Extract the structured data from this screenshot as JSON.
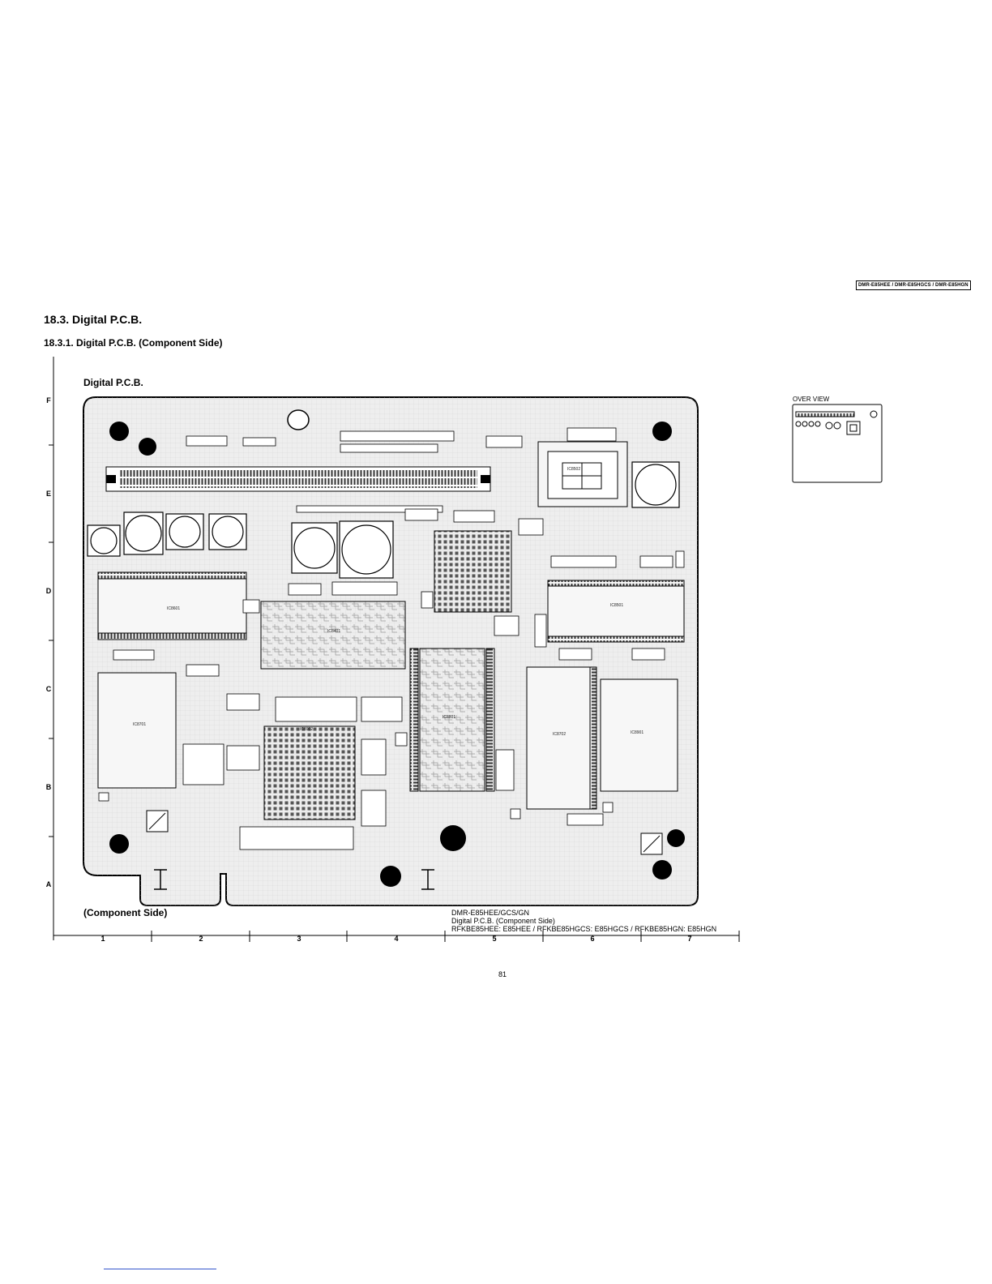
{
  "header": {
    "model_tag": "DMR-E85HEE / DMR-E85HGCS / DMR-E85HGN",
    "section_title": "18.3.  Digital P.C.B.",
    "subsection_title": "18.3.1.  Digital P.C.B. (Component Side)"
  },
  "diagram": {
    "board_title": "Digital P.C.B.",
    "board_caption": "(Component Side)",
    "info_lines": [
      "DMR-E85HEE/GCS/GN",
      "Digital P.C.B. (Component Side)",
      "RFKBE85HEE: E85HEE / RFKBE85HGCS: E85HGCS / RFKBE85HGN: E85HGN"
    ],
    "row_labels": [
      "F",
      "E",
      "D",
      "C",
      "B",
      "A"
    ],
    "column_labels": [
      "1",
      "2",
      "3",
      "4",
      "5",
      "6",
      "7"
    ],
    "overview_label": "OVER VIEW",
    "components": [
      "IC8601",
      "IC8401",
      "IC8501",
      "IC8502",
      "IC8701",
      "IC8702",
      "IC8901",
      "IC8902",
      "IC8801"
    ]
  },
  "page": {
    "number": "81"
  },
  "colors": {
    "board_fill": "#eeeeee",
    "grid": "#d4d4d4",
    "ink": "#000000",
    "footer_link": "#3355cc"
  }
}
